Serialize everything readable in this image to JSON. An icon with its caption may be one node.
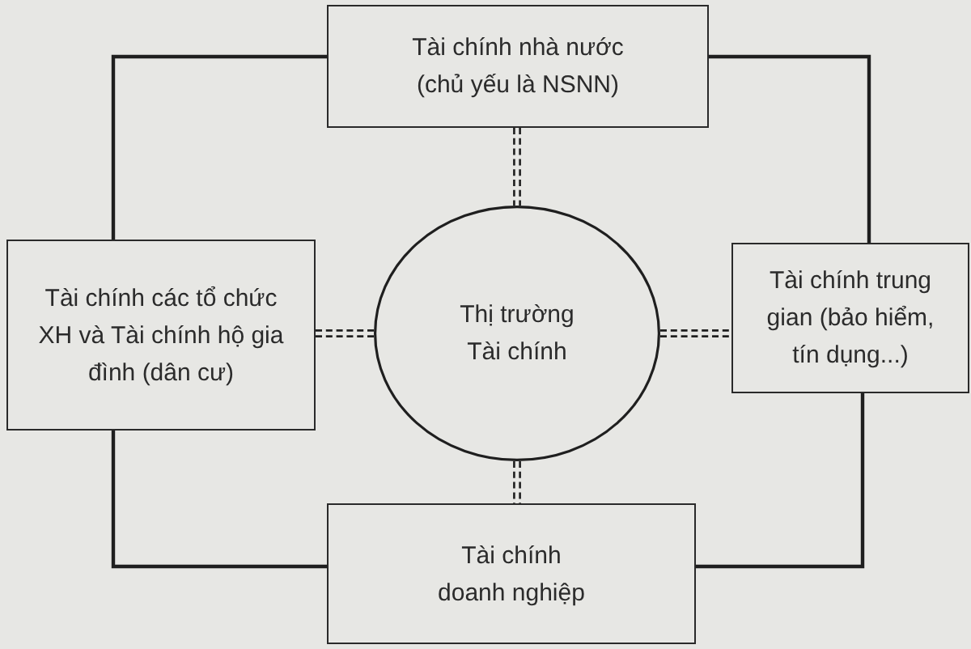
{
  "diagram": {
    "nodes": [
      {
        "text": [
          "Tài chính nhà nước (chủ yếu là NSNN)"
        ]
      },
      {
        "text": [
          "Tài chính các tổ chức XH và Tài chính hộ gia đình (dân cư)"
        ]
      },
      {
        "text": [
          "Thị trường Tài chính"
        ]
      },
      {
        "text": [
          "Tài chính trung gian (bảo hiểm, tín dụng...)"
        ]
      },
      {
        "text": [
          "Tài chính doanh nghiệp"
        ]
      }
    ],
    "edges": [
      {
        "from": 0,
        "to": 1,
        "arrow": "none"
      },
      {
        "from": 0,
        "to": 3,
        "arrow": "none"
      },
      {
        "from": 3,
        "to": 4,
        "arrow": "none"
      },
      {
        "from": 1,
        "to": 4,
        "arrow": "none"
      },
      {
        "from": 0,
        "to": 2,
        "arrow": "none",
        "style": "dashed"
      },
      {
        "from": 1,
        "to": 2,
        "arrow": "none",
        "style": "dashed"
      },
      {
        "from": 2,
        "to": 3,
        "arrow": "none",
        "style": "dashed"
      },
      {
        "from": 2,
        "to": 4,
        "arrow": "none",
        "style": "dashed"
      }
    ]
  }
}
